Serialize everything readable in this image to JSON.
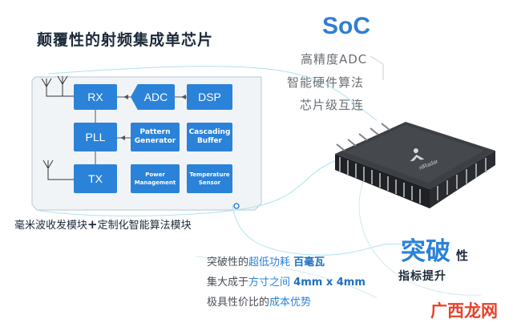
{
  "title": "颠覆性的射频集成单芯片",
  "soc": {
    "label": "SoC",
    "features": [
      "高精度ADC",
      "智能硬件算法",
      "芯片级互连"
    ]
  },
  "blocks": {
    "rx": "RX",
    "adc": "ADC",
    "dsp": "DSP",
    "pll": "PLL",
    "pattern1": "Pattern",
    "pattern2": "Generator",
    "cascading1": "Cascading",
    "cascading2": "Buffer",
    "tx": "TX",
    "power1": "Power",
    "power2": "Management",
    "temp1": "Temperature",
    "temp2": "Sensor"
  },
  "caption": {
    "part1": "毫米波收发模块",
    "plus": "+",
    "part2": "定制化智能算法模块"
  },
  "lines": [
    {
      "a": "突破性的",
      "b": "超低功耗",
      "c": "百毫瓦"
    },
    {
      "a": "集大成于",
      "b": "方寸之间",
      "c": "4mm x 4mm"
    },
    {
      "a": "极具性价比的",
      "b": "成本优势"
    }
  ],
  "headline": {
    "big": "突破",
    "small": "性",
    "sub": "指标提升"
  },
  "chip_mark": "nlRadar",
  "watermark": "广西龙网",
  "colors": {
    "accent": "#2b82d9",
    "watermark": "#e8412b"
  }
}
